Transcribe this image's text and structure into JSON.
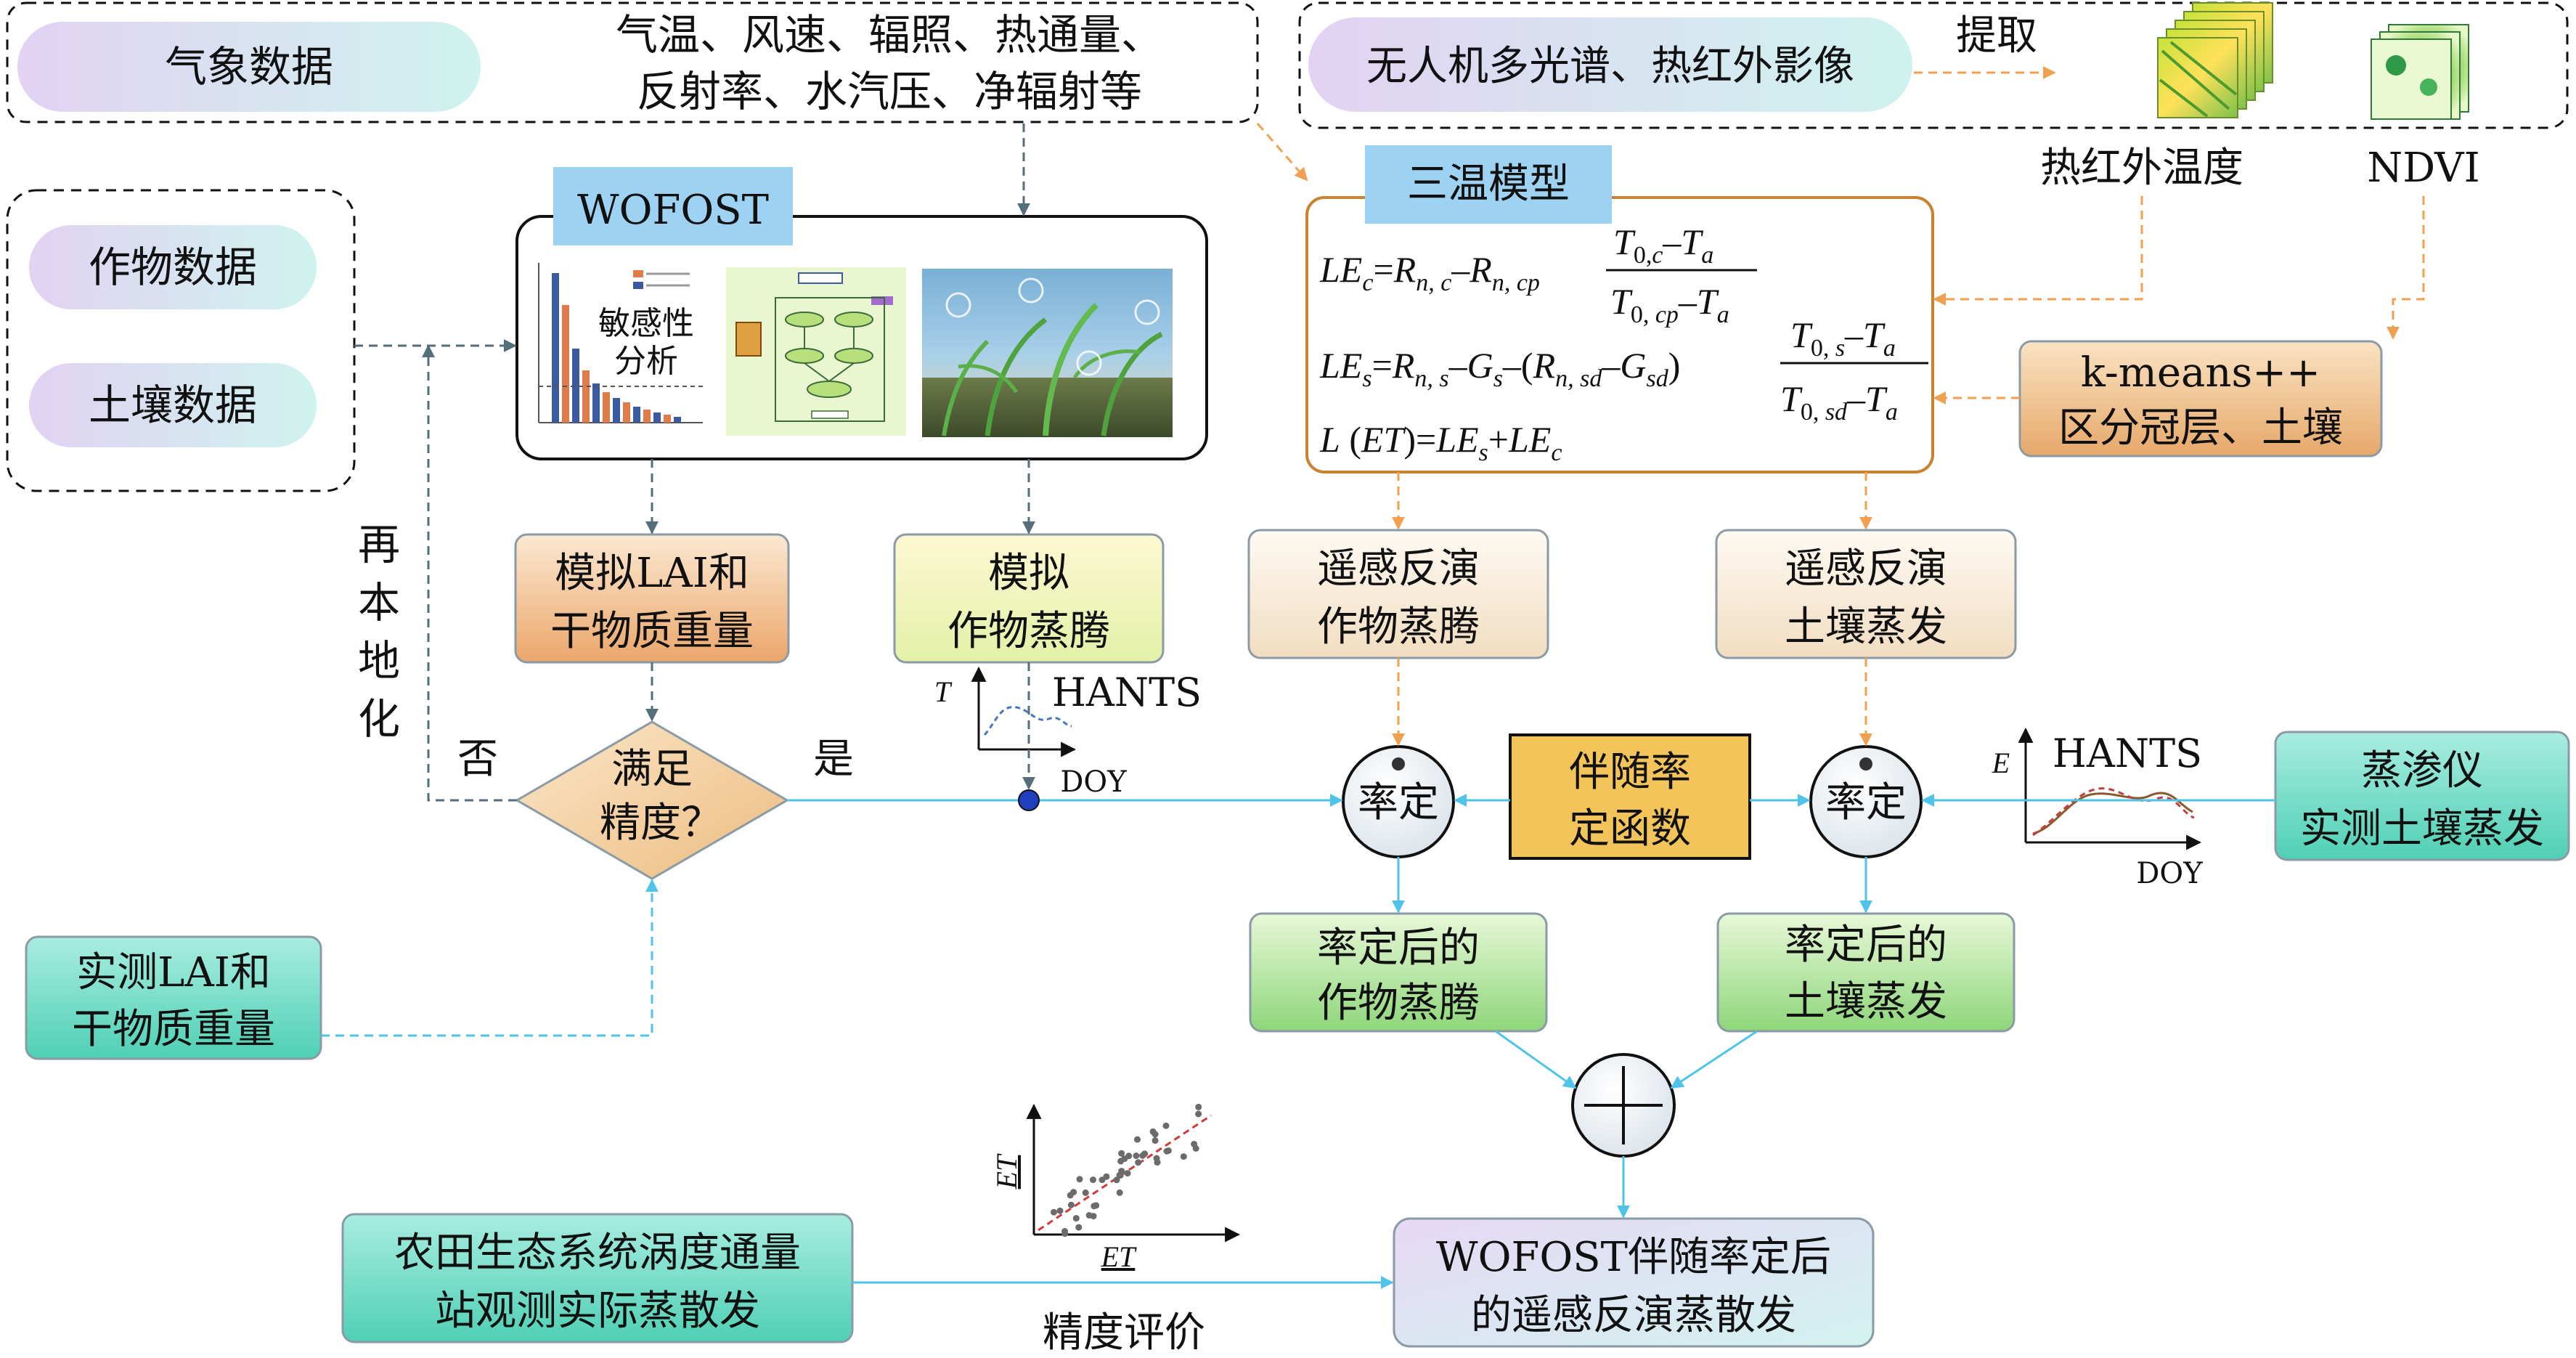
{
  "top_left": {
    "meteo_label": "气象数据",
    "meteo_vars_line1": "气温、风速、辐照、热通量、",
    "meteo_vars_line2": "反射率、水汽压、净辐射等"
  },
  "top_right": {
    "uav_label": "无人机多光谱、热红外影像",
    "extract_label": "提取",
    "thermal_label": "热红外温度",
    "ndvi_label": "NDVI"
  },
  "inputs": {
    "crop_label": "作物数据",
    "soil_label": "土壤数据"
  },
  "wofost": {
    "title": "WOFOST",
    "sensitivity_line1": "敏感性",
    "sensitivity_line2": "分析"
  },
  "three_temp": {
    "title": "三温模型",
    "eq1": "LEc=Rn,c−Rn,cp(T0,c−Ta)/(T0,cp−Ta)",
    "eq2": "LEs=Rn,s−Gs−(Rn,sd−Gsd)(T0,s−Ta)/(T0,sd−Ta)",
    "eq3": "L(ET)=LEs+LEc"
  },
  "kmeans": {
    "line1": "k-means++",
    "line2": "区分冠层、土壤"
  },
  "sim_lai": {
    "line1": "模拟LAI和",
    "line2": "干物质重量"
  },
  "sim_trans": {
    "line1": "模拟",
    "line2": "作物蒸腾"
  },
  "rs_crop": {
    "line1": "遥感反演",
    "line2": "作物蒸腾"
  },
  "rs_soil": {
    "line1": "遥感反演",
    "line2": "土壤蒸发"
  },
  "reloc": {
    "chars": [
      "再",
      "本",
      "地",
      "化"
    ]
  },
  "decision": {
    "line1": "满足",
    "line2": "精度？",
    "no_label": "否",
    "yes_label": "是"
  },
  "hants_left": {
    "label": "HANTS",
    "y_axis": "T",
    "x_axis": "DOY"
  },
  "hants_right": {
    "label": "HANTS",
    "y_axis": "E",
    "x_axis": "DOY"
  },
  "calib_func": {
    "line1": "伴随率",
    "line2": "定函数"
  },
  "calib_node_label": "率定",
  "lysimeter": {
    "line1": "蒸渗仪",
    "line2": "实测土壤蒸发"
  },
  "measured_lai": {
    "line1": "实测LAI和",
    "line2": "干物质重量"
  },
  "cal_crop": {
    "line1": "率定后的",
    "line2": "作物蒸腾"
  },
  "cal_soil": {
    "line1": "率定后的",
    "line2": "土壤蒸发"
  },
  "eddy": {
    "line1": "农田生态系统涡度通量",
    "line2": "站观测实际蒸散发"
  },
  "scatter": {
    "x_axis": "ET",
    "y_axis": "ET"
  },
  "accuracy_label": "精度评价",
  "final": {
    "line1": "WOFOST伴随率定后",
    "line2": "的遥感反演蒸散发"
  },
  "colors": {
    "gray_arrow": "#546e7a",
    "orange_arrow": "#f0a050",
    "blue_arrow": "#4fc3e8",
    "wofost_tag": "#9ed2f2",
    "three_temp_border": "#c9822f",
    "calib_func_fill": "#f2c45a"
  }
}
